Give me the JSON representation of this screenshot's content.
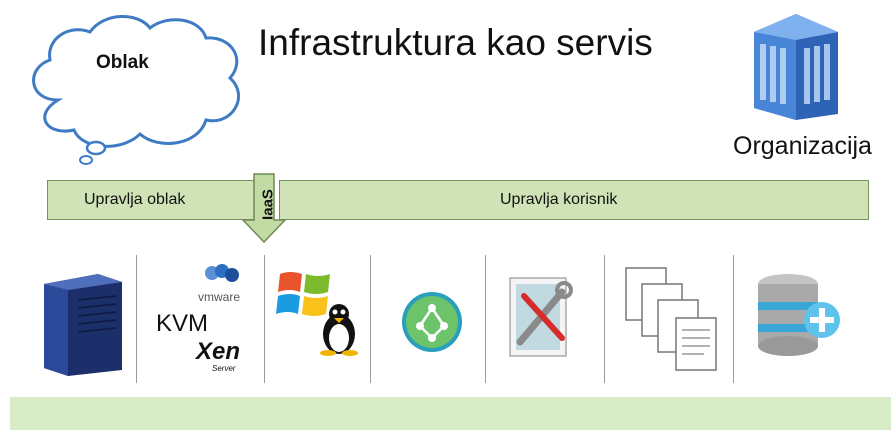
{
  "title": "Infrastruktura kao servis",
  "cloud": {
    "label": "Oblak"
  },
  "organization": {
    "label": "Organizacija"
  },
  "responsibility": {
    "cloud_managed": "Upravlja oblak",
    "user_managed": "Upravlja korisnik",
    "model": "IaaS"
  },
  "virtualization": [
    "vmware",
    "KVM",
    "Xen",
    "Server"
  ],
  "stack_icons": [
    "server-icon",
    "hypervisor-logos",
    "os-icon",
    "network-icon",
    "tools-icon",
    "documents-icon",
    "database-icon"
  ]
}
